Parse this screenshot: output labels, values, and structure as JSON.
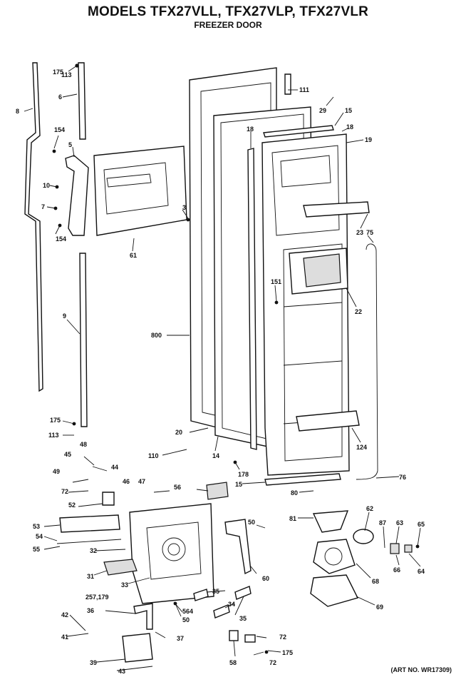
{
  "title": "MODELS TFX27VLL, TFX27VLP, TFX27VLR",
  "subtitle": "FREEZER DOOR",
  "art_number": "(ART NO. WR17309)",
  "callouts": [
    "175",
    "113",
    "8",
    "6",
    "154",
    "5",
    "10",
    "7",
    "154",
    "61",
    "3",
    "9",
    "800",
    "175",
    "113",
    "48",
    "45",
    "44",
    "49",
    "72",
    "52",
    "53",
    "54",
    "55",
    "32",
    "31",
    "33",
    "46",
    "47",
    "56",
    "257,179",
    "36",
    "42",
    "41",
    "39",
    "43",
    "111",
    "29",
    "15",
    "18",
    "19",
    "18",
    "23",
    "75",
    "151",
    "22",
    "20",
    "110",
    "14",
    "178",
    "124",
    "15",
    "76",
    "80",
    "81",
    "62",
    "87",
    "63",
    "65",
    "50",
    "60",
    "35",
    "34",
    "35",
    "564",
    "50",
    "37",
    "72",
    "58",
    "175",
    "72",
    "68",
    "66",
    "64",
    "69"
  ]
}
